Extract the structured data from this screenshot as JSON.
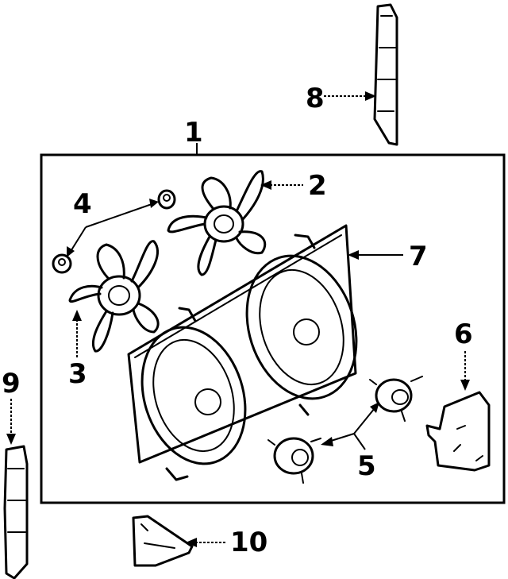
{
  "callouts": {
    "c1": "1",
    "c2": "2",
    "c3": "3",
    "c4": "4",
    "c5": "5",
    "c6": "6",
    "c7": "7",
    "c8": "8",
    "c9": "9",
    "c10": "10"
  },
  "colors": {
    "ink": "#000000",
    "paper": "#ffffff"
  }
}
